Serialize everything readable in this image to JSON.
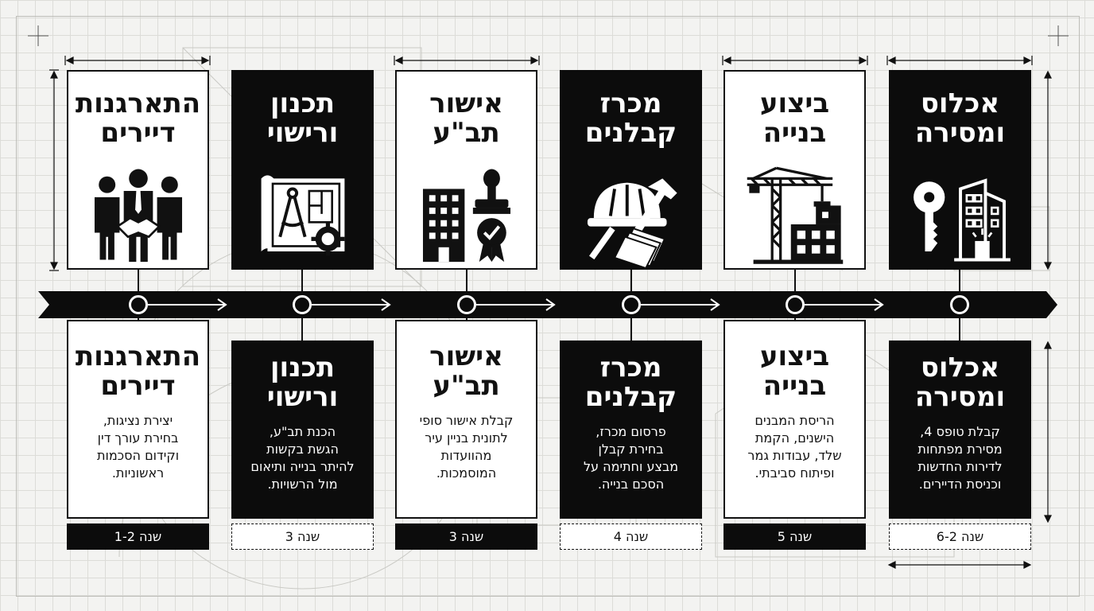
{
  "stages": [
    {
      "key": "tenants",
      "title_lines": [
        "התארגנות",
        "דיירים"
      ],
      "desc_lines": [
        "יצירת נציגות,",
        "בחירת עורך דין",
        "וקידום הסכמות",
        "ראשוניות."
      ],
      "year": "שנה 1-2",
      "icon": "handshake-group-icon",
      "top_style": "white",
      "bottom_style": "white",
      "year_style": "black"
    },
    {
      "key": "planning",
      "title_lines": [
        "תכנון",
        "ורישוי"
      ],
      "desc_lines": [
        "הכנת תב\"ע,",
        "הגשת בקשות",
        "להיתר בנייה ותיאום",
        "מול הרשויות."
      ],
      "year": "שנה 3",
      "icon": "blueprint-compass-icon",
      "top_style": "black",
      "bottom_style": "black",
      "year_style": "dashed"
    },
    {
      "key": "approval",
      "title_lines": [
        "אישור",
        "תב\"ע"
      ],
      "desc_lines": [
        "קבלת אישור סופי",
        "לתונית בניין עיר",
        "מהוועדות",
        "המוסמכות."
      ],
      "year": "שנה 3",
      "icon": "building-stamp-icon",
      "top_style": "white",
      "bottom_style": "white",
      "year_style": "black"
    },
    {
      "key": "tender",
      "title_lines": [
        "מכרז",
        "קבלנים"
      ],
      "desc_lines": [
        "פרסום מכרז,",
        "בחירת קבלן",
        "מבצע וחתימה על",
        "הסכם בנייה."
      ],
      "year": "שנה 4",
      "icon": "hardhat-hammer-icon",
      "top_style": "black",
      "bottom_style": "black",
      "year_style": "dashed"
    },
    {
      "key": "construction",
      "title_lines": [
        "ביצוע",
        "בנייה"
      ],
      "desc_lines": [
        "הריסת המבנים",
        "הישנים, הקמת",
        "שלד, עבודות גמר",
        "ופיתוח סביבתי."
      ],
      "year": "שנה 5",
      "icon": "crane-building-icon",
      "top_style": "white",
      "bottom_style": "white",
      "year_style": "black"
    },
    {
      "key": "occupancy",
      "title_lines": [
        "אכלוס",
        "ומסירה"
      ],
      "desc_lines": [
        "קבלת טופס 4,",
        "מסירת מפתחות",
        "לדירות החדשות",
        "וכניסת הדיירים."
      ],
      "year": "שנה 6-2",
      "icon": "key-building-icon",
      "top_style": "black",
      "bottom_style": "black",
      "year_style": "dashed"
    }
  ],
  "colors": {
    "ink": "#0c0c0c",
    "paper": "#ffffff",
    "grid": "#dcdcd8",
    "background": "#f3f3f1"
  }
}
